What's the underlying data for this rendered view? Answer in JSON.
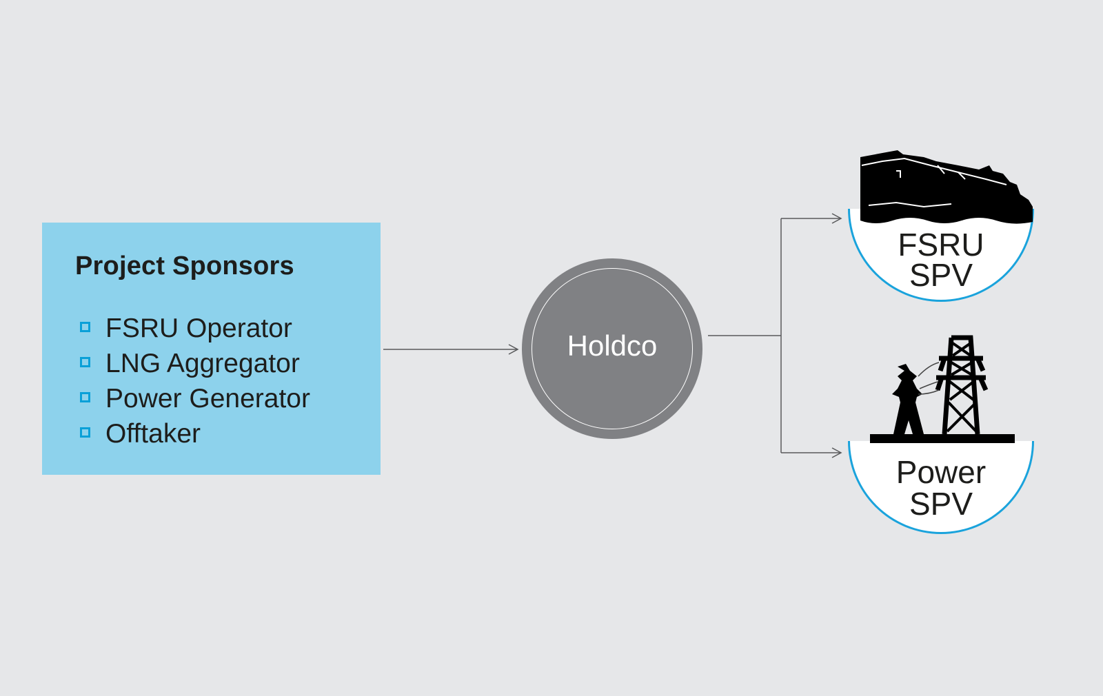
{
  "sponsors": {
    "title": "Project Sponsors",
    "items": [
      {
        "label": "FSRU Operator"
      },
      {
        "label": "LNG Aggregator"
      },
      {
        "label": "Power Generator"
      },
      {
        "label": "Offtaker"
      }
    ]
  },
  "holdco": {
    "label": "Holdco"
  },
  "spvs": [
    {
      "line1": "FSRU",
      "line2": "SPV",
      "icon": "ship-icon"
    },
    {
      "line1": "Power",
      "line2": "SPV",
      "icon": "power-pylon-icon"
    }
  ],
  "colors": {
    "background": "#e6e7e9",
    "sponsor_box": "#8dd2ec",
    "bullet": "#0aa0d8",
    "holdco": "#808184",
    "spv_ring": "#1aa3dc",
    "connector": "#58595b"
  }
}
